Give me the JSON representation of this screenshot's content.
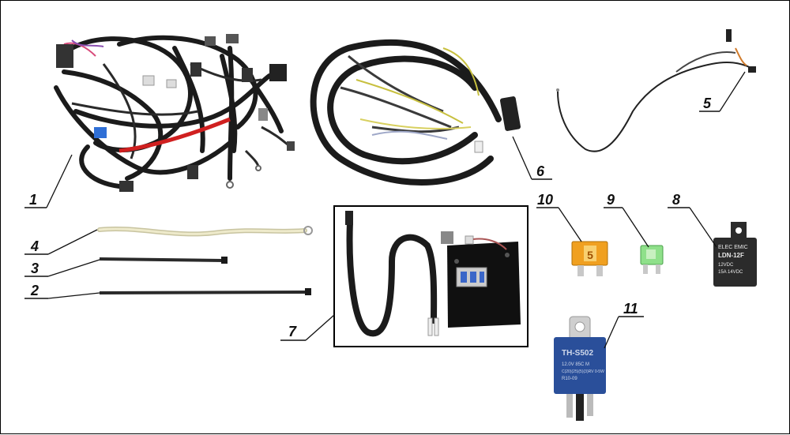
{
  "callouts": [
    {
      "id": "1",
      "label": "1"
    },
    {
      "id": "2",
      "label": "2"
    },
    {
      "id": "3",
      "label": "3"
    },
    {
      "id": "4",
      "label": "4"
    },
    {
      "id": "5",
      "label": "5"
    },
    {
      "id": "6",
      "label": "6"
    },
    {
      "id": "7",
      "label": "7"
    },
    {
      "id": "8",
      "label": "8"
    },
    {
      "id": "9",
      "label": "9"
    },
    {
      "id": "10",
      "label": "10"
    },
    {
      "id": "11",
      "label": "11"
    }
  ],
  "parts": {
    "relay_small": {
      "line1": "ELEC EMIC",
      "line2": "LDN-12F",
      "line3": "12VDC",
      "line4": "15A 14VDC"
    },
    "relay_large": {
      "brand": "TH-S502",
      "line1": "12.0V 85C M",
      "line2": "C(20)(25)(5)(3)RV 0-5W",
      "line3": "R10-09"
    },
    "fuse_orange": {
      "mark": "5"
    }
  },
  "colors": {
    "harness": "#1b1b1b",
    "blue_connector": "#2f6fd6",
    "red_wire": "#d02020",
    "fuse_orange": "#f0a020",
    "fuse_green": "#8fe08a",
    "relay_blue": "#2a4f9a",
    "relay_black": "#2b2b2b"
  }
}
